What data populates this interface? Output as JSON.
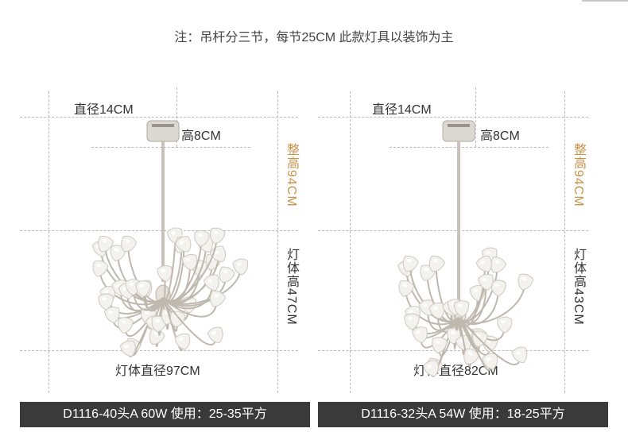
{
  "note": "注：吊杆分三节，每节25CM 此款灯具以装饰为主",
  "products": [
    {
      "diameter_top": "直径14CM",
      "height_canopy": "高8CM",
      "total_height": "整高94CM",
      "body_height": "灯体高47CM",
      "body_diameter": "灯体直径97CM",
      "spec": "D1116-40头A  60W 使用：25-35平方"
    },
    {
      "diameter_top": "直径14CM",
      "height_canopy": "高8CM",
      "total_height": "整高94CM",
      "body_height": "灯体高43CM",
      "body_diameter": "灯体直径82CM",
      "spec": "D1116-32头A  54W 使用：18-25平方"
    }
  ],
  "colors": {
    "accent": "#c9924a",
    "spec_bg": "#3a3a3a"
  },
  "icons": [
    "chandelier-illustration-40-head",
    "chandelier-illustration-32-head"
  ]
}
